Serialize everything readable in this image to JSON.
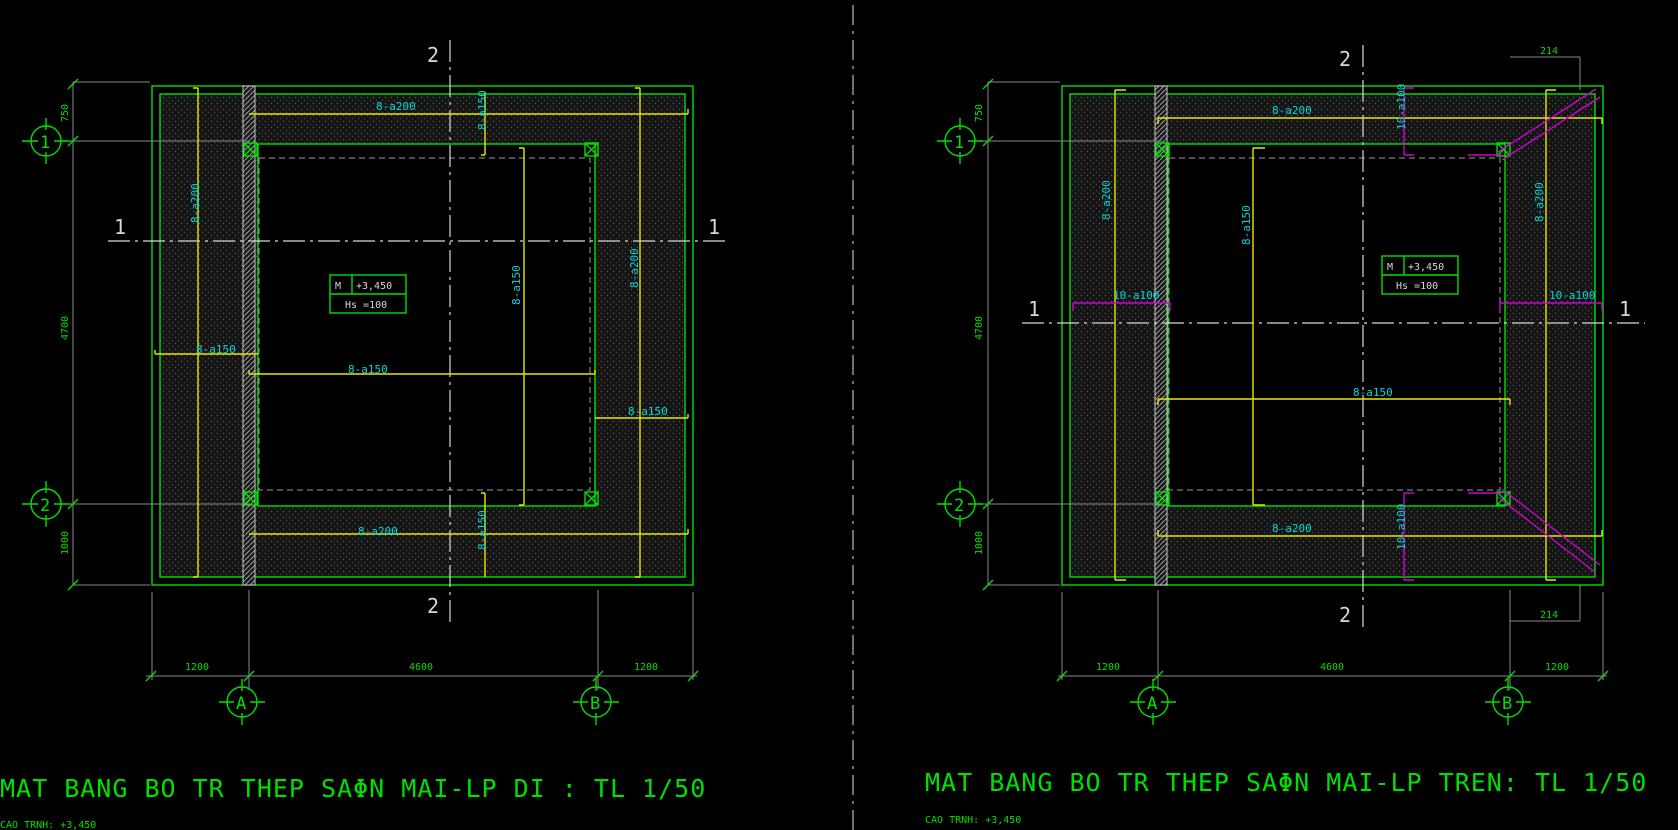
{
  "plans": [
    {
      "title": "MAT BANG BO TR THEP SAΦN MAI-LP DI  : TL 1/50",
      "subtitle": "CAO TRNH: +3,450",
      "section_1": "1",
      "section_2": "2",
      "grid_rows": [
        "1",
        "2"
      ],
      "grid_cols": [
        "A",
        "B"
      ],
      "dims_h": [
        "1200",
        "4600",
        "1200"
      ],
      "dims_v": [
        "750",
        "4700",
        "1000"
      ],
      "level_box": {
        "m": "M",
        "level": "+3,450",
        "hs": "Hs =100"
      },
      "rebar": [
        "8-a200",
        "8-a150",
        "8-a200",
        "8-a150",
        "8-a150",
        "8-a200",
        "8-a150",
        "8-a150",
        "8-a200",
        "8-a150"
      ]
    },
    {
      "title": "MAT BANG BO TR THEP SAΦN MAI-LP TREN: TL 1/50",
      "subtitle": "CAO TRNH: +3,450",
      "section_1": "1",
      "section_2": "2",
      "grid_rows": [
        "1",
        "2"
      ],
      "grid_cols": [
        "A",
        "B"
      ],
      "dims_h": [
        "1200",
        "4600",
        "1200"
      ],
      "dims_v": [
        "750",
        "4700",
        "1000"
      ],
      "dim_214": "214",
      "level_box": {
        "m": "M",
        "level": "+3,450",
        "hs": "Hs =100"
      },
      "rebar": [
        "8-a200",
        "10-a100",
        "8-a200",
        "8-a150",
        "10-a100",
        "10-a100",
        "8-a150",
        "8-a200",
        "10-a100",
        "8-a200"
      ]
    }
  ],
  "colors": {
    "background": "#000000",
    "slab_outline": "#00e000",
    "rebar_lines": "#e8e800",
    "rebar_text": "#00d8d8",
    "extra_rebar": "#d000d0",
    "axis_lines": "#d8d8d8"
  }
}
